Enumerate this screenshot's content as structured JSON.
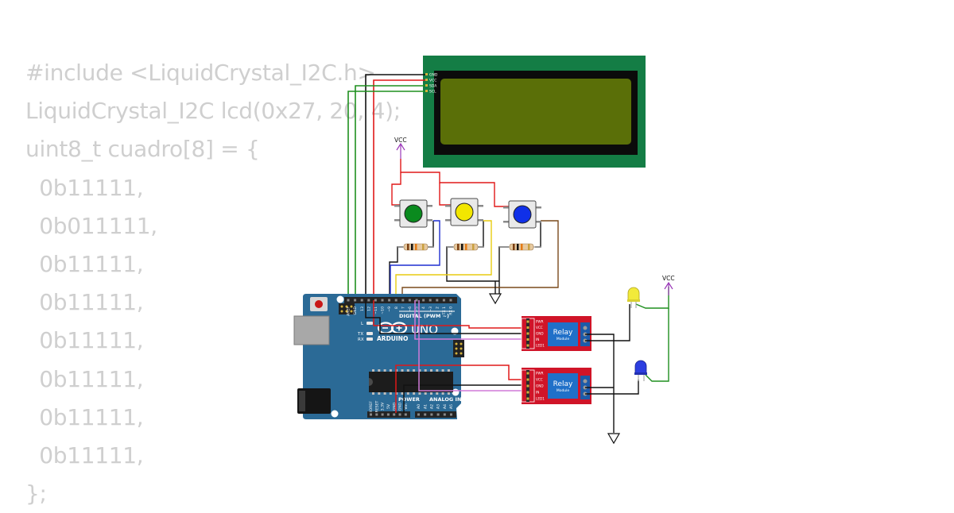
{
  "code": {
    "lines": [
      "#include <LiquidCrystal_I2C.h>",
      "LiquidCrystal_I2C lcd(0x27, 20, 4);",
      "uint8_t cuadro[8] = {",
      "  0b11111,",
      "  0b011111,",
      "  0b11111,",
      "  0b11111,",
      "  0b11111,",
      "  0b11111,",
      "  0b11111,",
      "  0b11111,",
      "};"
    ]
  },
  "lcd": {
    "pins": [
      "GND",
      "VCC",
      "SDA",
      "SCL"
    ]
  },
  "supply_label": "VCC",
  "buttons": [
    {
      "color": "#0a8a1e"
    },
    {
      "color": "#f2e600"
    },
    {
      "color": "#1030e8"
    }
  ],
  "arduino": {
    "digital_label": "DIGITAL (PWM ~)",
    "uno_label": "UNO",
    "brand_label": "ARDUINO",
    "power_label": "POWER",
    "analog_label": "ANALOG IN",
    "led_labels": [
      "L",
      "TX",
      "RX"
    ],
    "top_pins": [
      "AREF",
      "GND",
      "13",
      "12",
      "~11",
      "~10",
      "~9",
      "8",
      "7",
      "~6",
      "~5",
      "4",
      "~3",
      "2",
      "TX 1",
      "RX 0"
    ],
    "power_pins": [
      "IOREF",
      "RESET",
      "3.3V",
      "5V",
      "GND",
      "GND",
      "Vin"
    ],
    "analog_pins": [
      "A0",
      "A1",
      "A2",
      "A3",
      "A4",
      "A5"
    ]
  },
  "relays": [
    {
      "title": "Relay",
      "subtitle": "Module",
      "pins": [
        "PWR",
        "VCC",
        "GND",
        "IN",
        "LED1"
      ]
    },
    {
      "title": "Relay",
      "subtitle": "Module",
      "pins": [
        "PWR",
        "VCC",
        "GND",
        "IN",
        "LED1"
      ]
    }
  ],
  "leds": [
    {
      "color": "#f2ea3a"
    },
    {
      "color": "#2c3ee0"
    }
  ],
  "colors": {
    "board": "#2b6a96",
    "lcd_frame": "#147d45",
    "lcd_screen": "#5a6f08",
    "relay": "#d01428",
    "wire_red": "#e01818",
    "wire_black": "#111111",
    "wire_green": "#1f8f1f",
    "wire_blue": "#1f2fd0",
    "wire_yellow": "#e8cc10",
    "wire_brown": "#7a4a1c",
    "wire_violet": "#d07ad8",
    "vcc": "#9a38b8"
  }
}
